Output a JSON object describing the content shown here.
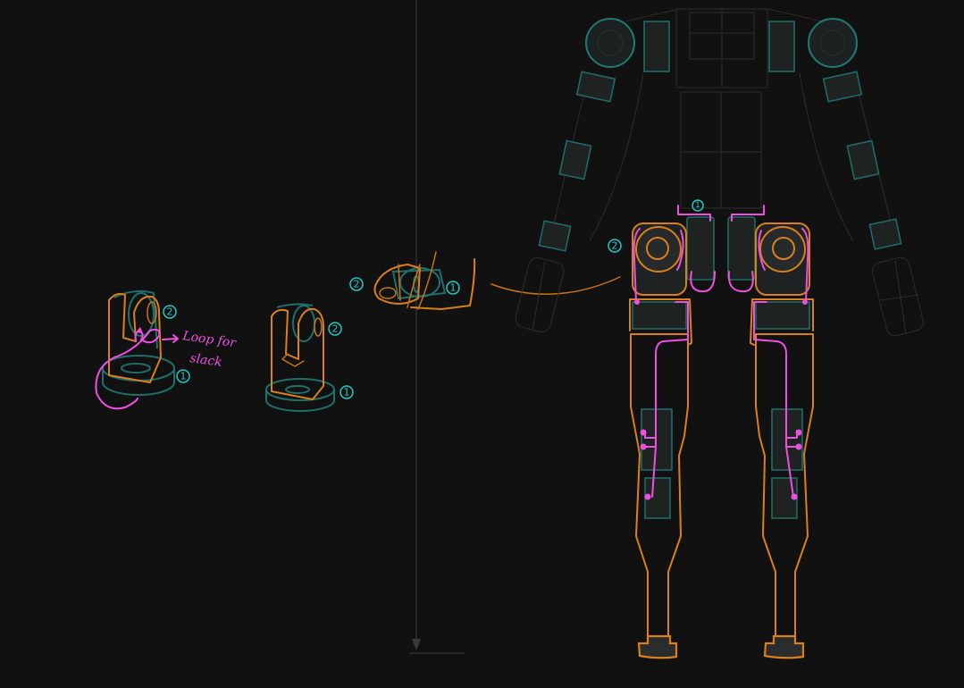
{
  "canvas": {
    "background": "#111111",
    "colors": {
      "orange_ink": "#d9801c",
      "pink_ink": "#ef4fe0",
      "cyan_ink": "#26c6c0",
      "teal_cad": "#1f6f6a",
      "cad_lines": "#2b2d2d"
    }
  },
  "sketches": [
    {
      "id": "sketch-1",
      "description": "servo bracket with cable loop",
      "labels": {
        "part_1": "1",
        "part_2": "2"
      },
      "note": {
        "line1": "Loop for",
        "line2": "slack"
      }
    },
    {
      "id": "sketch-2",
      "description": "servo bracket",
      "labels": {
        "part_1": "1",
        "part_2": "2"
      }
    },
    {
      "id": "sketch-3",
      "description": "side view of servo bracket",
      "labels": {
        "part_1": "1",
        "part_2": "2"
      }
    }
  ],
  "robot": {
    "description": "humanoid robot CAD wireframe with annotated hip and leg cable routing",
    "labels": {
      "torso_bracket": "1",
      "hip_joint": "2"
    }
  }
}
